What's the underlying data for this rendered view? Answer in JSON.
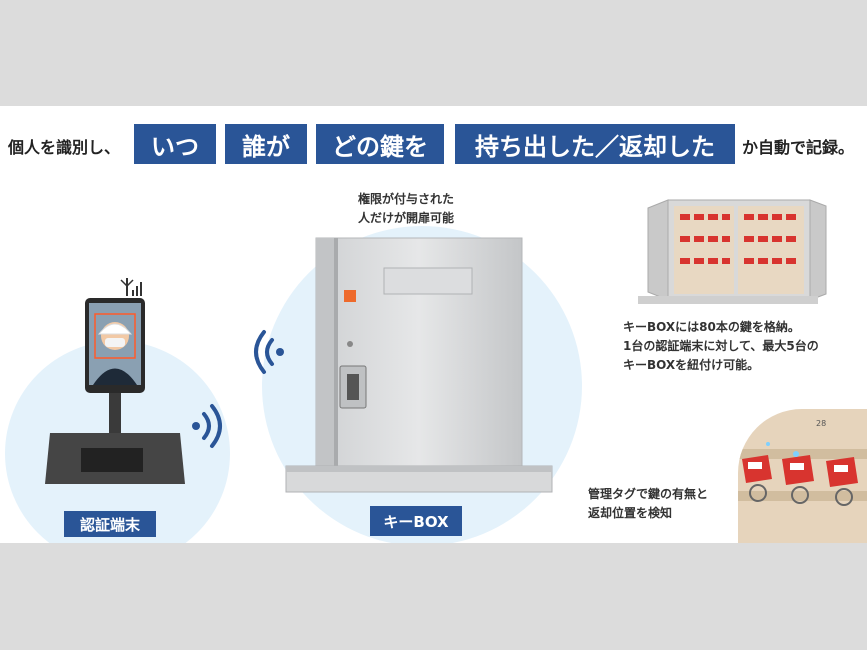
{
  "headline": {
    "prefix": "個人を識別し、",
    "chips": [
      "いつ",
      "誰が",
      "どの鍵を",
      "持ち出した／返却した"
    ],
    "suffix": "か自動で記録。"
  },
  "terminal": {
    "label": "認証端末"
  },
  "keybox": {
    "label": "キーBOX",
    "note_line1": "権限が付与された",
    "note_line2": "人だけが開扉可能"
  },
  "capacity_note": {
    "line1": "キーBOXには80本の鍵を格納。",
    "line2": "1台の認証端末に対して、最大5台の",
    "line3": "キーBOXを紐付け可能。"
  },
  "tag_note": {
    "line1": "管理タグで鍵の有無と",
    "line2": "返却位置を検知",
    "slot_number": "28"
  },
  "colors": {
    "accent": "#2a5597",
    "circle": "#e4f2fb",
    "tag": "#d8342f"
  }
}
